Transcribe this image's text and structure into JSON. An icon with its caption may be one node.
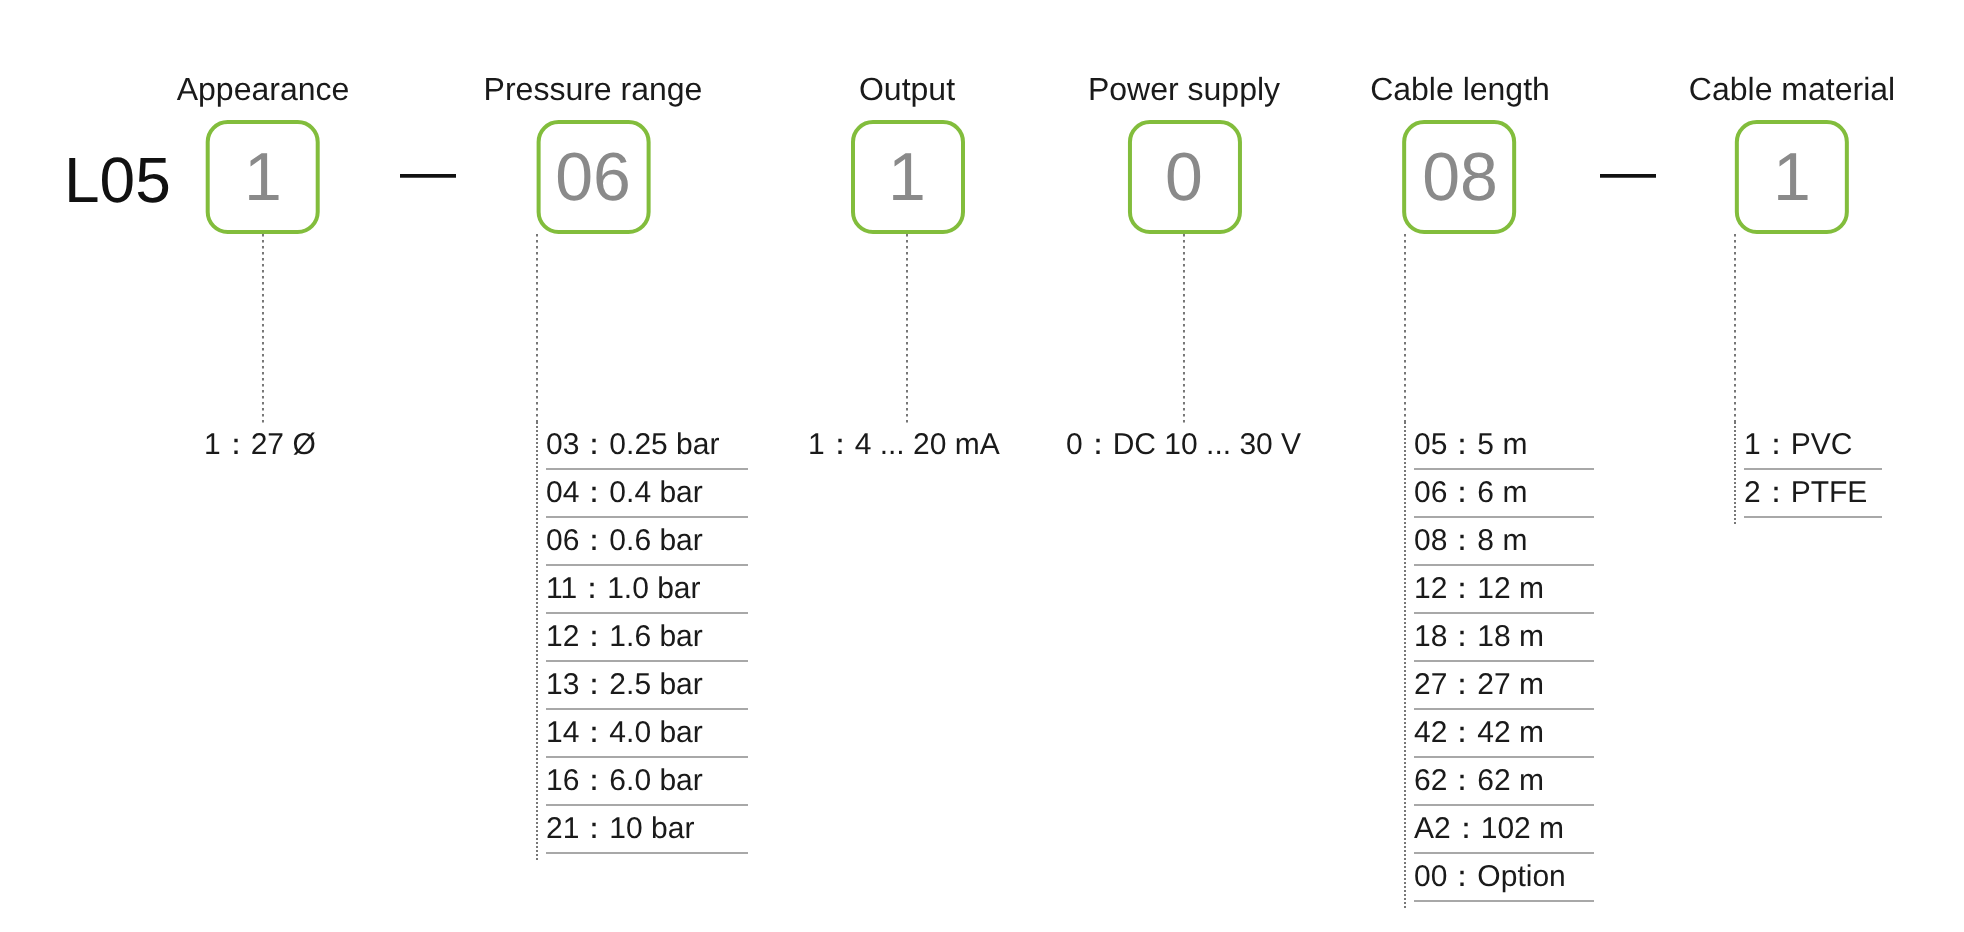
{
  "diagram": {
    "nodes": [
      {
        "text": [
          "Appearance",
          "1"
        ]
      },
      {
        "text": [
          "Pressure range",
          "06"
        ]
      },
      {
        "text": [
          "Output",
          "1"
        ]
      },
      {
        "text": [
          "Power supply",
          "0"
        ]
      },
      {
        "text": [
          "Cable length",
          "08"
        ]
      },
      {
        "text": [
          "Cable material",
          "1"
        ]
      },
      {
        "text": [
          "1：27 Ø"
        ]
      },
      {
        "text": [
          "03：0.25 bar",
          "04：0.4 bar",
          "06：0.6 bar",
          "11：1.0 bar",
          "12：1.6 bar",
          "13：2.5 bar",
          "14：4.0 bar",
          "16：6.0 bar",
          "21：10 bar"
        ]
      },
      {
        "text": [
          "1：4 ... 20 mA"
        ]
      },
      {
        "text": [
          "0：DC 10 ... 30 V"
        ]
      },
      {
        "text": [
          "05：5 m",
          "06：6 m",
          "08：8 m",
          "12：12 m",
          "18：18 m",
          "27：27 m",
          "42：42 m",
          "62：62 m",
          "A2：102 m",
          "00：Option"
        ]
      },
      {
        "text": [
          "1：PVC",
          "2：PTFE"
        ]
      }
    ],
    "edges": [
      {
        "from": 0,
        "to": 6,
        "arrow": "none",
        "style": "dashed"
      },
      {
        "from": 1,
        "to": 7,
        "arrow": "none",
        "style": "dashed"
      },
      {
        "from": 2,
        "to": 8,
        "arrow": "none",
        "style": "dashed"
      },
      {
        "from": 3,
        "to": 9,
        "arrow": "none",
        "style": "dashed"
      },
      {
        "from": 4,
        "to": 10,
        "arrow": "none",
        "style": "dashed"
      },
      {
        "from": 5,
        "to": 11,
        "arrow": "none",
        "style": "dashed"
      }
    ],
    "labels": [
      "L05",
      "—",
      "—"
    ]
  }
}
